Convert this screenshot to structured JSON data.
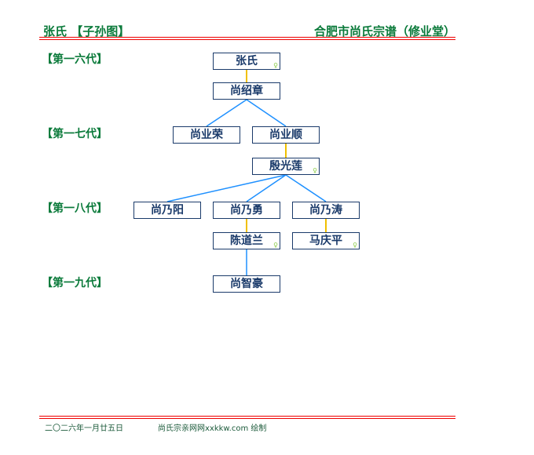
{
  "header": {
    "left": "张氏 【子孙图】",
    "right": "合肥市尚氏宗谱（修业堂）"
  },
  "generations": [
    "【第一六代】",
    "【第一七代】",
    "【第一八代】",
    "【第一九代】"
  ],
  "people": {
    "p1": "张氏",
    "p2": "尚绍章",
    "p3": "尚业荣",
    "p4": "尚业顺",
    "p5": "殷光莲",
    "p6": "尚乃阳",
    "p7": "尚乃勇",
    "p8": "尚乃涛",
    "p9": "陈道兰",
    "p10": "马庆平",
    "p11": "尚智豪"
  },
  "spouse_mark": "♀",
  "footer": {
    "date": "二〇二六年一月廿五日",
    "credit": "尚氏宗亲网网xxkkw.com 绘制"
  },
  "colors": {
    "parent_line": "#1e90ff",
    "spouse_line": "#f0c000",
    "title": "#0a7a3a",
    "rule": "#e00000"
  }
}
